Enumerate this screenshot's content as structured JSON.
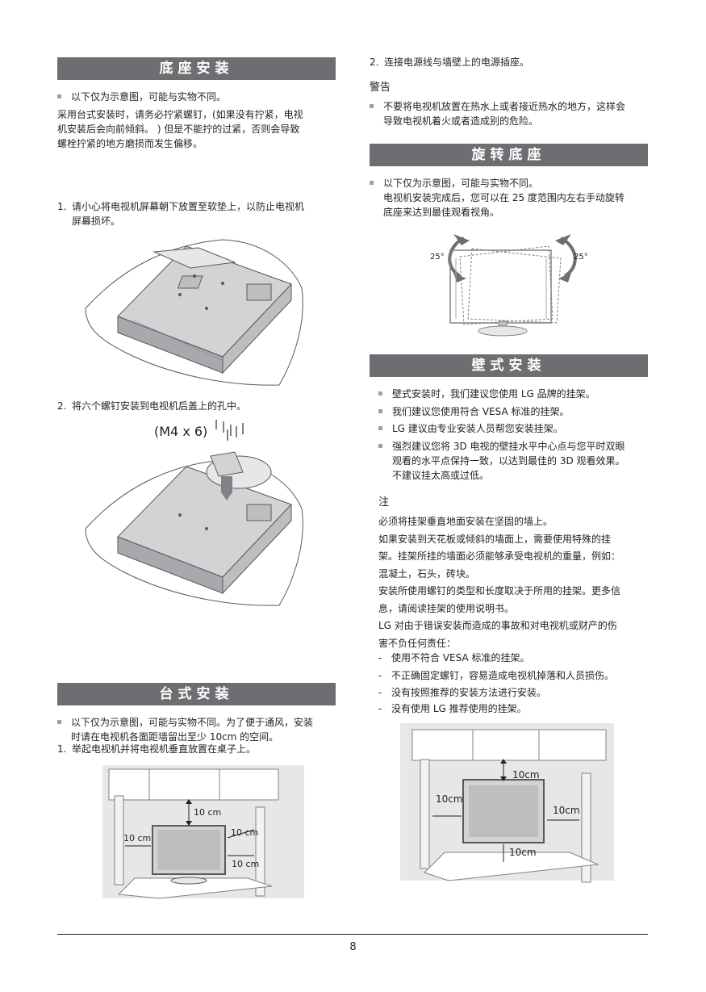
{
  "left": {
    "stand_install": {
      "heading": "底座安装",
      "bullet": "以下仅为示意图，可能与实物不同。",
      "para": [
        "采用台式安装时，请务必拧紧螺钉，(如果没有拧紧，电视",
        "机安装后会向前倾斜。 ) 但是不能拧的过紧，否则会导致",
        "螺栓拧紧的地方磨损而发生偏移。"
      ],
      "step1_num": "1.",
      "step1": [
        "请小心将电视机屏幕朝下放置至软垫上，以防止电视机",
        "屏幕损坏。"
      ],
      "step2_num": "2.",
      "step2": "将六个螺钉安装到电视机后盖上的孔中。",
      "screw_label": "(M4 x 6)"
    },
    "desktop_install": {
      "heading": "台式安装",
      "bullet": [
        "以下仅为示意图，可能与实物不同。为了便于通风，安装",
        "时请在电视机各面距墙留出至少 10cm 的空间。"
      ],
      "step1_num": "1.",
      "step1": "举起电视机并将电视机垂直放置在桌子上。",
      "dims": {
        "top": "10 cm",
        "left": "10 cm",
        "right": "10 cm",
        "bottom": "10 cm"
      }
    }
  },
  "right": {
    "step2_num": "2.",
    "step2": "连接电源线与墙壁上的电源插座。",
    "warning_title": "警告",
    "warning": [
      "不要将电视机放置在热水上或者接近热水的地方，这样会",
      "导致电视机着火或者造成别的危险。"
    ],
    "swivel": {
      "heading": "旋转底座",
      "bullet": "以下仅为示意图，可能与实物不同。",
      "desc": [
        "电视机安装完成后，您可以在 25 度范围内左右手动旋转",
        "底座来达到最佳观看视角。"
      ],
      "angle_left": "25°",
      "angle_right": "25°"
    },
    "wall_mount": {
      "heading": "壁式安装",
      "bullets": [
        [
          "壁式安装时，我们建议您使用 LG 品牌的挂架。"
        ],
        [
          "我们建议您使用符合 VESA 标准的挂架。"
        ],
        [
          "LG 建议由专业安装人员帮您安装挂架。"
        ],
        [
          "强烈建议您将 3D 电视的壁挂水平中心点与您平时双眼",
          "观看的水平点保持一致，以达到最佳的 3D 观看效果。",
          "不建议挂太高或过低。"
        ]
      ],
      "note_title": "注",
      "note_lines": [
        "必须将挂架垂直地面安装在坚固的墙上。",
        "如果安装到天花板或倾斜的墙面上，需要使用特殊的挂",
        "架。挂架所挂的墙面必须能够承受电视机的重量，例如：",
        "混凝土，石头，砖块。",
        "安装所使用螺钉的类型和长度取决于所用的挂架。更多信",
        "息，请阅读挂架的使用说明书。",
        "LG 对由于错误安装而造成的事故和对电视机或财产的伤",
        "害不负任何责任："
      ],
      "dash_items": [
        "使用不符合 VESA 标准的挂架。",
        "不正确固定螺钉，容易造成电视机掉落和人员损伤。",
        "没有按照推荐的安装方法进行安装。",
        "没有使用 LG 推荐使用的挂架。"
      ],
      "dash": "-",
      "dims": {
        "top": "10cm",
        "left": "10cm",
        "right": "10cm",
        "bottom": "10cm"
      }
    }
  },
  "footer": {
    "page_number": "8"
  },
  "colors": {
    "heading_bg": "#6d6e71",
    "bullet": "#9d9fa2",
    "text": "#231f20"
  }
}
